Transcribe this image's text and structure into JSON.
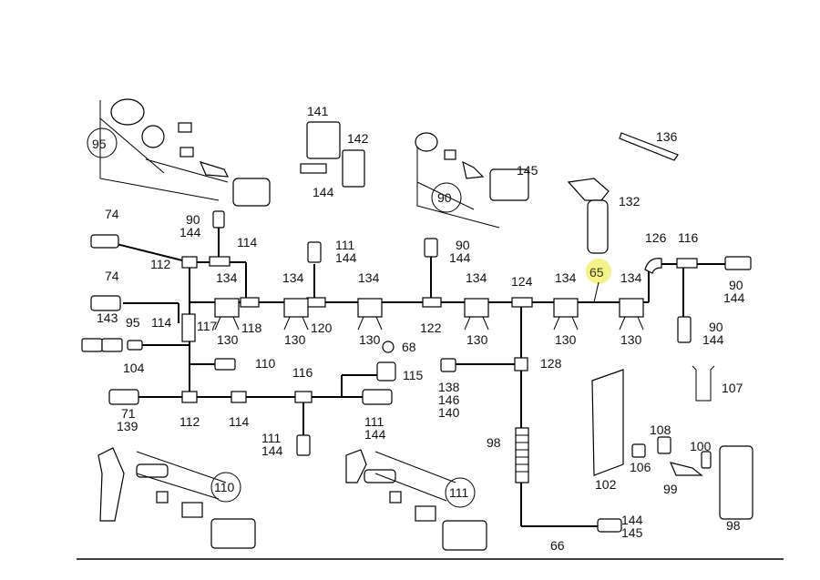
{
  "highlight_color": "#f4f28a",
  "callouts": {
    "c95": "95",
    "c74a": "74",
    "c112a": "112",
    "c90a": "90",
    "c144a": "144",
    "c114a": "114",
    "c141": "141",
    "c142": "142",
    "c144b": "144",
    "c111a": "111",
    "c144c": "144",
    "c90b": "90",
    "c144d": "144",
    "c90c": "90",
    "c145": "145",
    "c132": "132",
    "c136": "136",
    "c65": "65",
    "c126": "126",
    "c116a": "116",
    "c90d": "90",
    "c144e": "144",
    "c134a": "134",
    "c134b": "134",
    "c134c": "134",
    "c134d": "134",
    "c124": "124",
    "c134e": "134",
    "c134f": "134",
    "c74b": "74",
    "c143": "143",
    "c114b": "114",
    "c95b": "95",
    "c104": "104",
    "c117": "117",
    "c118": "118",
    "c120": "120",
    "c122": "122",
    "c130a": "130",
    "c130b": "130",
    "c130c": "130",
    "c130d": "130",
    "c130e": "130",
    "c130f": "130",
    "c68": "68",
    "c90e": "90",
    "c144f": "144",
    "c110a": "110",
    "c116b": "116",
    "c115": "115",
    "c138": "138",
    "c146": "146",
    "c140": "140",
    "c128": "128",
    "c107": "107",
    "c71": "71",
    "c139": "139",
    "c112b": "112",
    "c114c": "114",
    "c111b": "111",
    "c144g": "144",
    "c111c": "111",
    "c144h": "144",
    "c98a": "98",
    "c108": "108",
    "c106": "106",
    "c100": "100",
    "c99": "99",
    "c102": "102",
    "c98b": "98",
    "c110b": "110",
    "c111d": "111",
    "c66": "66",
    "c144i": "144",
    "c145b": "145"
  }
}
